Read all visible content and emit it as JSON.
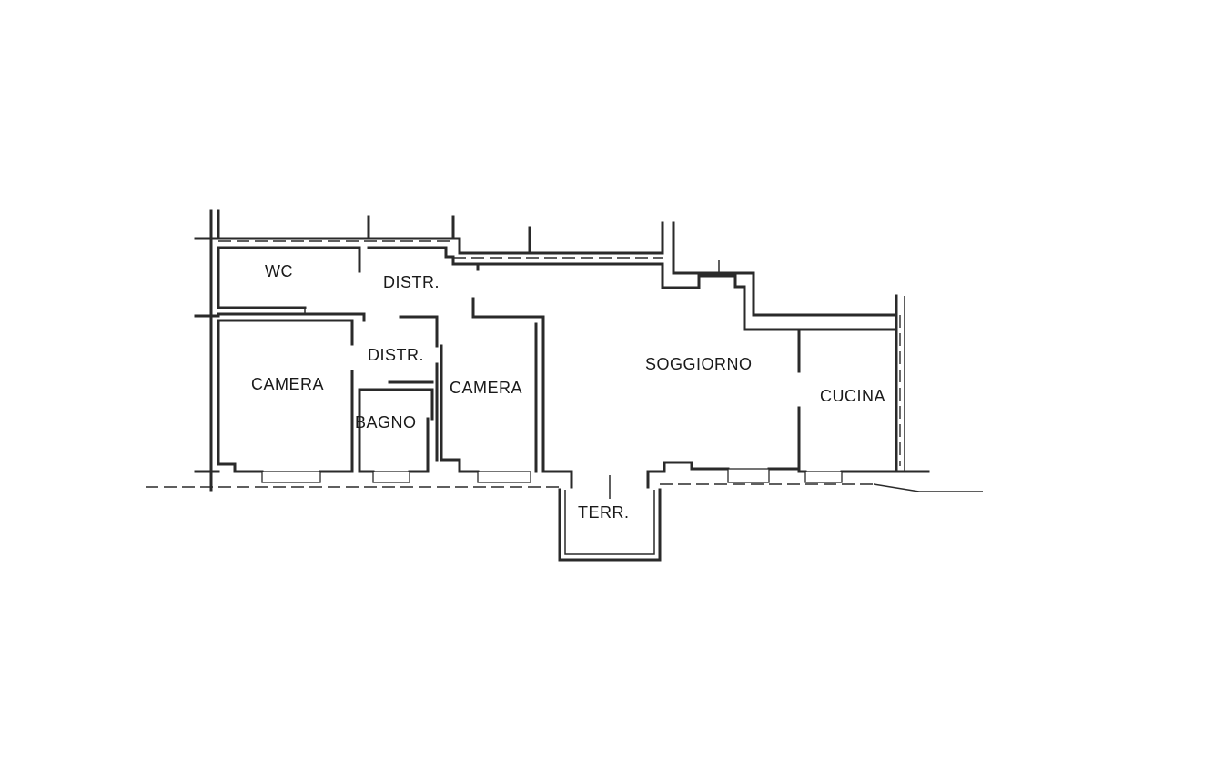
{
  "plan": {
    "rooms": {
      "wc": "WC",
      "distr_top": "DISTR.",
      "distr_mid": "DISTR.",
      "camera_left": "CAMERA",
      "bagno": "BAGNO",
      "camera_mid": "CAMERA",
      "soggiorno": "SOGGIORNO",
      "cucina": "CUCINA",
      "terr": "TERR."
    }
  }
}
